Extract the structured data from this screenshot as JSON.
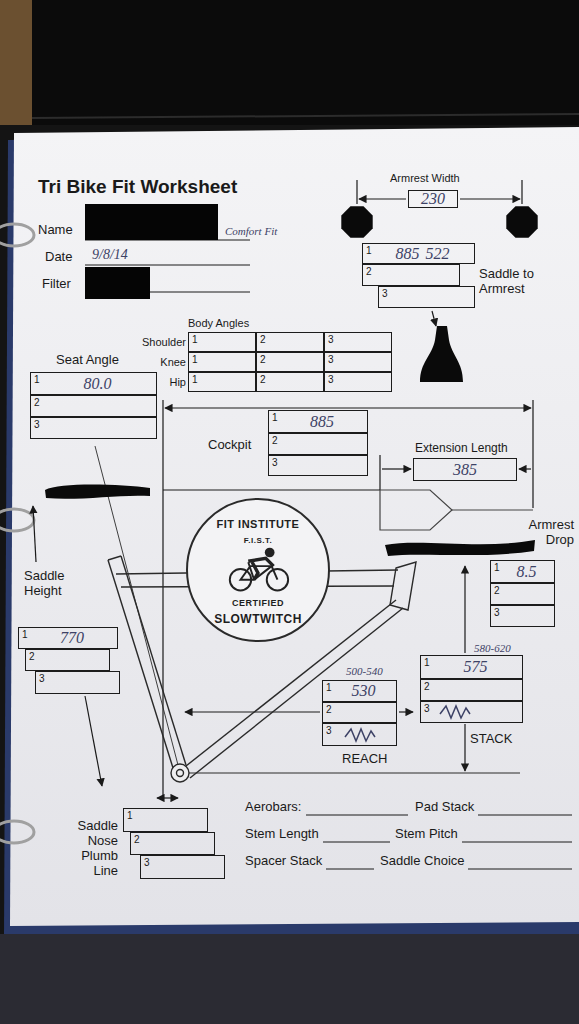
{
  "diagram": {
    "title": "Tri Bike Fit Worksheet",
    "nodes": [
      {
        "text": [
          "230"
        ]
      },
      {
        "text": [
          "1",
          "885",
          "522"
        ]
      },
      {
        "text": [
          "2"
        ]
      },
      {
        "text": [
          "3"
        ]
      },
      {
        "text": [
          "1"
        ]
      },
      {
        "text": [
          "2"
        ]
      },
      {
        "text": [
          "3"
        ]
      },
      {
        "text": [
          "1"
        ]
      },
      {
        "text": [
          "2"
        ]
      },
      {
        "text": [
          "3"
        ]
      },
      {
        "text": [
          "1"
        ]
      },
      {
        "text": [
          "2"
        ]
      },
      {
        "text": [
          "3"
        ]
      },
      {
        "text": [
          "1",
          "80.0"
        ]
      },
      {
        "text": [
          "2"
        ]
      },
      {
        "text": [
          "3"
        ]
      },
      {
        "text": [
          "1",
          "885"
        ]
      },
      {
        "text": [
          "2"
        ]
      },
      {
        "text": [
          "3"
        ]
      },
      {
        "text": [
          "385"
        ]
      },
      {
        "text": [
          "FIT INSTITUTE",
          "F.I.S.T.",
          "CERTIFIED",
          "SLOWTWITCH"
        ]
      },
      {
        "text": [
          "1",
          "8.5"
        ]
      },
      {
        "text": [
          "2"
        ]
      },
      {
        "text": [
          "3"
        ]
      },
      {
        "text": [
          "1",
          "770"
        ]
      },
      {
        "text": [
          "2"
        ]
      },
      {
        "text": [
          "3"
        ]
      },
      {
        "text": [
          "1",
          "530"
        ]
      },
      {
        "text": [
          "2"
        ]
      },
      {
        "text": [
          "3"
        ]
      },
      {
        "text": [
          "1",
          "575"
        ]
      },
      {
        "text": [
          "2"
        ]
      },
      {
        "text": [
          "3"
        ]
      },
      {
        "text": [
          "1"
        ]
      },
      {
        "text": [
          "2"
        ]
      },
      {
        "text": [
          "3"
        ]
      }
    ],
    "labels": [
      "Name",
      "Comfort Fit",
      "Date",
      "9/8/14",
      "Filter",
      "Armrest Width",
      "Saddle to Armrest",
      "Body Angles",
      "Shoulder",
      "Knee",
      "Hip",
      "Seat Angle",
      "Cockpit",
      "Extension Length",
      "Armrest Drop",
      "580-620",
      "STACK",
      "500-540",
      "REACH",
      "Saddle Height",
      "Saddle Nose Plumb Line",
      "Aerobars:",
      "Pad Stack",
      "Stem Length",
      "Stem Pitch",
      "Spacer Stack",
      "Saddle Choice"
    ]
  }
}
